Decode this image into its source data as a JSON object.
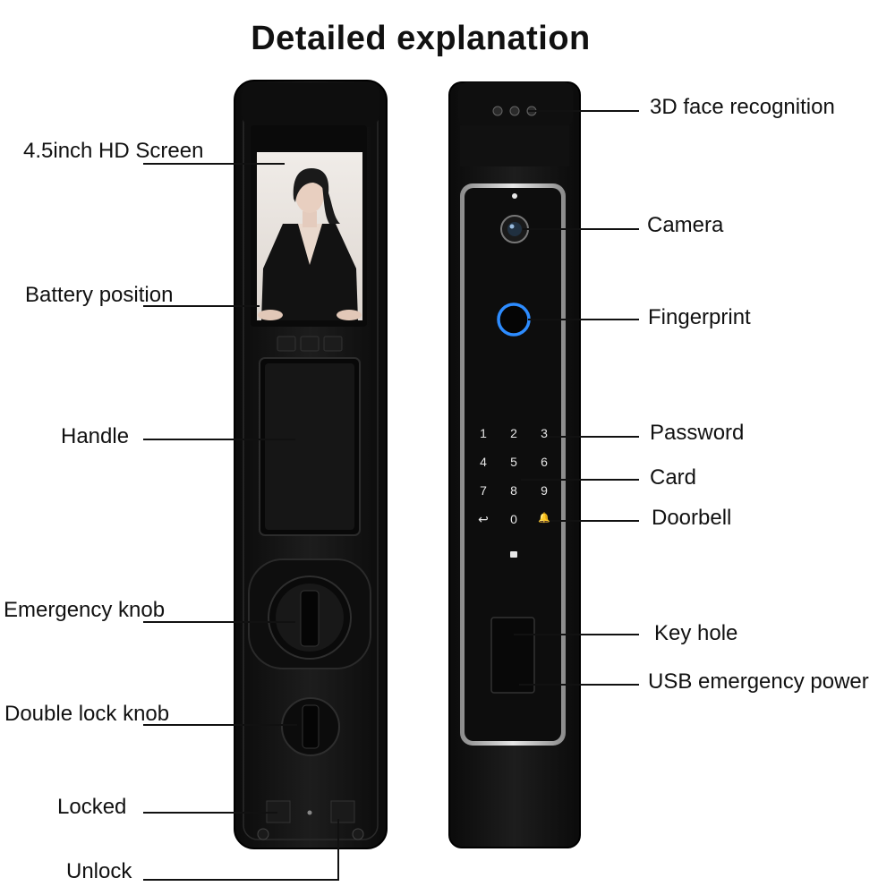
{
  "title": "Detailed explanation",
  "labels": {
    "screen": "4.5inch HD Screen",
    "battery": "Battery position",
    "handle": "Handle",
    "emergency_knob": "Emergency knob",
    "double_lock_knob": "Double lock knob",
    "locked": "Locked",
    "unlock": "Unlock",
    "face_recognition": "3D face recognition",
    "camera": "Camera",
    "fingerprint": "Fingerprint",
    "password": "Password",
    "card": "Card",
    "doorbell": "Doorbell",
    "key_hole": "Key hole",
    "usb_power": "USB emergency power"
  },
  "keypad": {
    "row1": [
      "1",
      "2",
      "3"
    ],
    "row2": [
      "4",
      "5",
      "6"
    ],
    "row3": [
      "7",
      "8",
      "9"
    ],
    "row4": [
      "↩",
      "0",
      "🔔"
    ]
  },
  "colors": {
    "lock_body": "#141414",
    "fingerprint_ring": "#2d8cff",
    "trim": "#b8b8b8",
    "leader_line": "#111111"
  }
}
